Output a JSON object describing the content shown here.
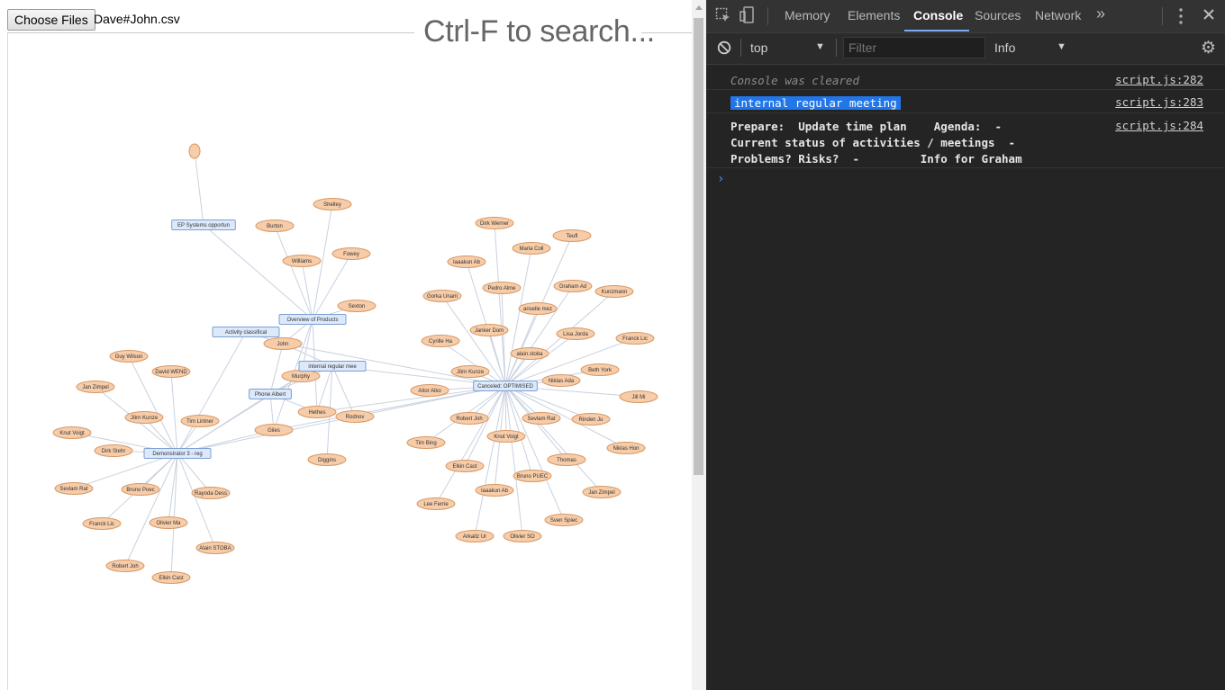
{
  "page": {
    "choose_files_label": "Choose Files",
    "file_name": "Dave#John.csv",
    "search_hint": "Ctrl-F to search..."
  },
  "graph": {
    "meetings": [
      {
        "id": "m1",
        "label": "EP Systems opportun"
      },
      {
        "id": "m2",
        "label": "Overview of Products"
      },
      {
        "id": "m3",
        "label": "Activity classifical"
      },
      {
        "id": "m4",
        "label": "internal regular mee"
      },
      {
        "id": "m5",
        "label": "Phone Albert"
      },
      {
        "id": "m6",
        "label": "Demonstrator 3 - reg"
      },
      {
        "id": "m7",
        "label": "Canceled: OPTIMISED"
      }
    ],
    "people": [
      {
        "id": "p0",
        "label": ""
      },
      {
        "id": "p1",
        "label": "Shelley"
      },
      {
        "id": "p2",
        "label": "Burton"
      },
      {
        "id": "p3",
        "label": "Williams"
      },
      {
        "id": "p4",
        "label": "Fowey"
      },
      {
        "id": "p5",
        "label": "Sexton"
      },
      {
        "id": "p6",
        "label": "John"
      },
      {
        "id": "p7",
        "label": "Murphy"
      },
      {
        "id": "p8",
        "label": "Hethes"
      },
      {
        "id": "p9",
        "label": "Rodnov"
      },
      {
        "id": "p10",
        "label": "Giles"
      },
      {
        "id": "p11",
        "label": "Diggins"
      },
      {
        "id": "p12",
        "label": "Guy Wilson"
      },
      {
        "id": "p13",
        "label": "David WEND"
      },
      {
        "id": "p14",
        "label": "Jan Zimpel"
      },
      {
        "id": "p15",
        "label": "Jörn Kunze"
      },
      {
        "id": "p16",
        "label": "Tim Lintner"
      },
      {
        "id": "p17",
        "label": "Knut Voigt"
      },
      {
        "id": "p18",
        "label": "Dirk Stehr"
      },
      {
        "id": "p19",
        "label": "Sevlam Rat"
      },
      {
        "id": "p20",
        "label": "Bruno Poec"
      },
      {
        "id": "p21",
        "label": "Rayoda Dess"
      },
      {
        "id": "p22",
        "label": "Franck Lic"
      },
      {
        "id": "p23",
        "label": "Olivier Ma"
      },
      {
        "id": "p24",
        "label": "Alain STOBA"
      },
      {
        "id": "p25",
        "label": "Robert Joh"
      },
      {
        "id": "p26",
        "label": "Elkin Cast"
      },
      {
        "id": "p27",
        "label": "Dirk Werner"
      },
      {
        "id": "p28",
        "label": "Maria Coll"
      },
      {
        "id": "p29",
        "label": "Teufl"
      },
      {
        "id": "p30",
        "label": "Iaaakun Ab"
      },
      {
        "id": "p31",
        "label": "Graham Ad"
      },
      {
        "id": "p32",
        "label": "Kunzmann"
      },
      {
        "id": "p33",
        "label": "Pedro Alme"
      },
      {
        "id": "p34",
        "label": "Gorka Unam"
      },
      {
        "id": "p35",
        "label": "anselle mez"
      },
      {
        "id": "p36",
        "label": "Janker Dom"
      },
      {
        "id": "p37",
        "label": "Lisa Jorda"
      },
      {
        "id": "p38",
        "label": "Franck Lic"
      },
      {
        "id": "p39",
        "label": "Cyrille Ha"
      },
      {
        "id": "p40",
        "label": "alain.stoba"
      },
      {
        "id": "p41",
        "label": "Jörn Kunze"
      },
      {
        "id": "p42",
        "label": "Beth York"
      },
      {
        "id": "p43",
        "label": "Niklas Ada"
      },
      {
        "id": "p44",
        "label": "Aitor Alko"
      },
      {
        "id": "p45",
        "label": "Jill Mi"
      },
      {
        "id": "p46",
        "label": "Robert Joh"
      },
      {
        "id": "p47",
        "label": "Sevlam Rat"
      },
      {
        "id": "p48",
        "label": "Rinden Ju"
      },
      {
        "id": "p49",
        "label": "Tim Bing"
      },
      {
        "id": "p50",
        "label": "Knut Voigt"
      },
      {
        "id": "p51",
        "label": "Niklas Hon"
      },
      {
        "id": "p52",
        "label": "Elkin Cast"
      },
      {
        "id": "p53",
        "label": "Thomas"
      },
      {
        "id": "p54",
        "label": "Bruno PUEC"
      },
      {
        "id": "p55",
        "label": "Iaaakun Ab"
      },
      {
        "id": "p56",
        "label": "Jan Zimpel"
      },
      {
        "id": "p57",
        "label": "Lee Ferrie"
      },
      {
        "id": "p58",
        "label": "Sven Spiec"
      },
      {
        "id": "p59",
        "label": "Arkaitz Ur"
      },
      {
        "id": "p60",
        "label": "Olivier SO"
      }
    ],
    "edges": [
      [
        "p0",
        "m1"
      ],
      [
        "m1",
        "m2"
      ],
      [
        "p1",
        "m2"
      ],
      [
        "p2",
        "m2"
      ],
      [
        "p3",
        "m2"
      ],
      [
        "p4",
        "m2"
      ],
      [
        "p5",
        "m2"
      ],
      [
        "p6",
        "m2"
      ],
      [
        "p7",
        "m2"
      ],
      [
        "p8",
        "m2"
      ],
      [
        "p10",
        "m2"
      ],
      [
        "m3",
        "p6"
      ],
      [
        "m3",
        "m6"
      ],
      [
        "p6",
        "m4"
      ],
      [
        "p6",
        "m7"
      ],
      [
        "p6",
        "m5"
      ],
      [
        "m4",
        "p7"
      ],
      [
        "m4",
        "p8"
      ],
      [
        "m4",
        "p9"
      ],
      [
        "m4",
        "p11"
      ],
      [
        "m4",
        "m7"
      ],
      [
        "m4",
        "m5"
      ],
      [
        "m5",
        "p7"
      ],
      [
        "m5",
        "p10"
      ],
      [
        "m5",
        "m6"
      ],
      [
        "m5",
        "p8"
      ],
      [
        "p12",
        "m6"
      ],
      [
        "p13",
        "m6"
      ],
      [
        "p14",
        "m6"
      ],
      [
        "p15",
        "m6"
      ],
      [
        "p16",
        "m6"
      ],
      [
        "p17",
        "m6"
      ],
      [
        "p18",
        "m6"
      ],
      [
        "p19",
        "m6"
      ],
      [
        "p20",
        "m6"
      ],
      [
        "p21",
        "m6"
      ],
      [
        "p22",
        "m6"
      ],
      [
        "p23",
        "m6"
      ],
      [
        "p24",
        "m6"
      ],
      [
        "p25",
        "m6"
      ],
      [
        "p26",
        "m6"
      ],
      [
        "p10",
        "m6"
      ],
      [
        "p9",
        "m6"
      ],
      [
        "p7",
        "m6"
      ],
      [
        "p27",
        "m7"
      ],
      [
        "p28",
        "m7"
      ],
      [
        "p29",
        "m7"
      ],
      [
        "p30",
        "m7"
      ],
      [
        "p31",
        "m7"
      ],
      [
        "p32",
        "m7"
      ],
      [
        "p33",
        "m7"
      ],
      [
        "p34",
        "m7"
      ],
      [
        "p35",
        "m7"
      ],
      [
        "p36",
        "m7"
      ],
      [
        "p37",
        "m7"
      ],
      [
        "p38",
        "m7"
      ],
      [
        "p39",
        "m7"
      ],
      [
        "p40",
        "m7"
      ],
      [
        "p41",
        "m7"
      ],
      [
        "p42",
        "m7"
      ],
      [
        "p43",
        "m7"
      ],
      [
        "p44",
        "m7"
      ],
      [
        "p45",
        "m7"
      ],
      [
        "p46",
        "m7"
      ],
      [
        "p47",
        "m7"
      ],
      [
        "p48",
        "m7"
      ],
      [
        "p49",
        "m7"
      ],
      [
        "p50",
        "m7"
      ],
      [
        "p51",
        "m7"
      ],
      [
        "p52",
        "m7"
      ],
      [
        "p53",
        "m7"
      ],
      [
        "p54",
        "m7"
      ],
      [
        "p55",
        "m7"
      ],
      [
        "p56",
        "m7"
      ],
      [
        "p57",
        "m7"
      ],
      [
        "p58",
        "m7"
      ],
      [
        "p59",
        "m7"
      ],
      [
        "p60",
        "m7"
      ],
      [
        "p9",
        "m7"
      ],
      [
        "p8",
        "m7"
      ],
      [
        "p10",
        "m7"
      ]
    ]
  },
  "devtools": {
    "tabs": [
      "Memory",
      "Elements",
      "Console",
      "Sources",
      "Network"
    ],
    "active_tab": "Console",
    "more_tabs": "»",
    "context": "top",
    "filter_placeholder": "Filter",
    "level": "Info",
    "messages": [
      {
        "text": "Console was cleared",
        "source": "script.js:282"
      },
      {
        "text": "internal regular meeting",
        "source": "script.js:283"
      },
      {
        "text": "Prepare:  Update time plan    Agenda:  -         Current status of activities / meetings  -         Problems? Risks?  -         Info for Graham",
        "source": "script.js:284"
      }
    ],
    "prompt": "›"
  },
  "icons": {
    "inspect": "inspect-icon",
    "device": "device-toggle-icon",
    "clear": "clear-console-icon",
    "gear": "settings-gear-icon",
    "kebab": "more-options-icon",
    "close": "close-icon"
  }
}
